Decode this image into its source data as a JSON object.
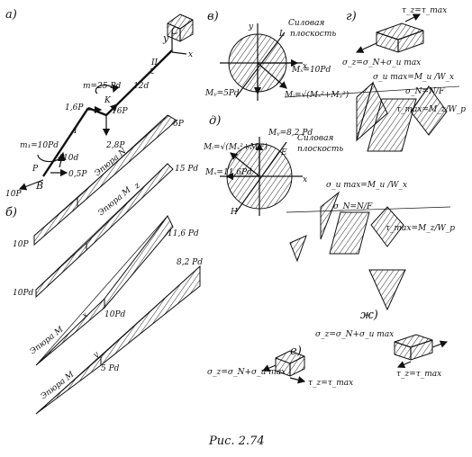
{
  "caption": "Рис. 2.74",
  "panels": {
    "a": "а)",
    "b": "б)",
    "v": "в)",
    "g": "г)",
    "d": "д)",
    "e": "е)",
    "zh": "ж)"
  },
  "beam": {
    "point_c": "C",
    "axis_y": "y",
    "axis_x": "x",
    "axis_z": "z",
    "len_12d": "12d",
    "len_10d": "10d",
    "section_II": "II",
    "section_I": "I",
    "moment_top": "m=25 Pd",
    "moment_left": "m₁=10Pd",
    "force_1_6": "1,6P",
    "force_16": "16P",
    "force_2_8": "2,8P",
    "force_0_5": "0,5P",
    "force_10": "10P",
    "force_p": "P",
    "point_k": "K",
    "point_b": "B"
  },
  "diagrams": {
    "n_label": "Эпюра N",
    "n_val_top": "6P",
    "n_val_bot": "10P",
    "mz_label": "Эпюра M",
    "mz_sub": "z",
    "mz_val_top": "15 Pd",
    "mz_val_bot": "10Pd",
    "mx_label": "Эпюра M",
    "mx_sub": "x",
    "mx_val_top": "11,6 Pd",
    "mx_val_mid": "10Pd",
    "my_label": "Эпюра M",
    "my_sub": "y",
    "my_val_top": "8,2 Pd",
    "my_val_mid": "5 Pd"
  },
  "section_v": {
    "y": "y",
    "x": "x",
    "L": "L",
    "silovaya": "Силовая",
    "ploskost": "плоскость",
    "mx": "Mₓ=10Pd",
    "my": "Mᵧ=5Pd",
    "mi": "Mᵢ=√(Mₓ²+Mᵧ²)"
  },
  "section_d": {
    "mi": "Mᵢ=√(Mₓ²+Mᵧ²)",
    "my": "Mᵧ=8,2 Pd",
    "mx": "Mₓ=11,6Pd",
    "silovaya": "Силовая",
    "ploskost": "плоскость",
    "E": "E",
    "H": "H",
    "x": "x"
  },
  "stress_formulas": {
    "tau_top": "τ_z=τ_max",
    "sigma_top": "σ_z=σ_N+σ_и max",
    "sigma_max_v": "σ_и max=M_и /W_x",
    "sigma_n_v": "σ_N=N/F",
    "tau_v": "τ_max=M_z/W_p",
    "sigma_max_d": "σ_и max=M_и /W_x",
    "sigma_n_d": "σ_N=N/F",
    "tau_d": "τ_max=M_z/W_p",
    "zh_sigma": "σ_z=σ_N+σ_и max",
    "zh_tau": "τ_z=τ_max",
    "e_sigma": "σ_z=σ_N+σ_и max",
    "e_tau": "τ_z=τ_max"
  },
  "colors": {
    "ink": "#111111",
    "paper": "#ffffff"
  }
}
